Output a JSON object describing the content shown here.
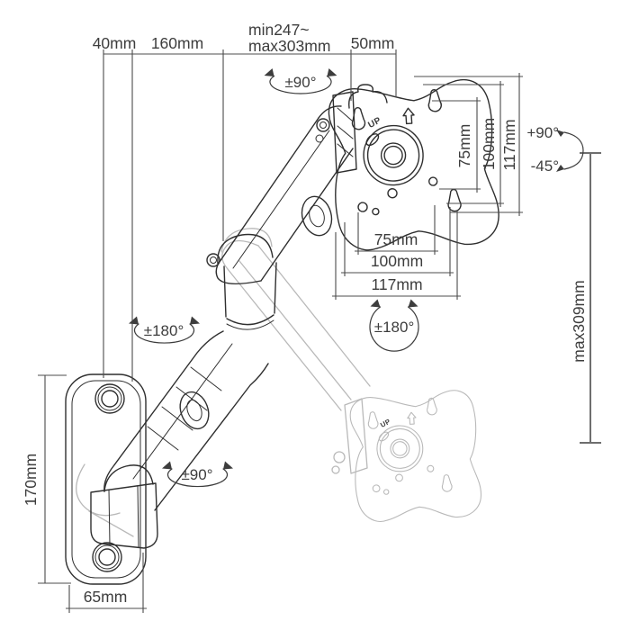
{
  "title": "Gas-spring monitor wall-mount arm dimension drawing",
  "dimensions": {
    "wall_offset": "40mm",
    "lower_arm_reach": "160mm",
    "extension_min": "min247~",
    "extension_max": "max303mm",
    "head_depth": "50mm",
    "vesa_vertical_75": "75mm",
    "vesa_vertical_100": "100mm",
    "vesa_vertical_117": "117mm",
    "vesa_horizontal_75": "75mm",
    "vesa_horizontal_100": "100mm",
    "vesa_horizontal_117": "117mm",
    "lift_range": "max309mm",
    "wall_plate_height": "170mm",
    "wall_plate_width": "65mm"
  },
  "rotations": {
    "head_swivel": "±90°",
    "shoulder_rotation": "±180°",
    "base_swivel": "±90°",
    "vesa_rotation": "±180°",
    "tilt_up": "+90°",
    "tilt_down": "-45°"
  },
  "markings": {
    "up": "UP"
  },
  "colors": {
    "line": "#2f2f2f",
    "dimension": "#4a4a4a",
    "ghost": "#b9b9b9",
    "background": "#ffffff"
  }
}
